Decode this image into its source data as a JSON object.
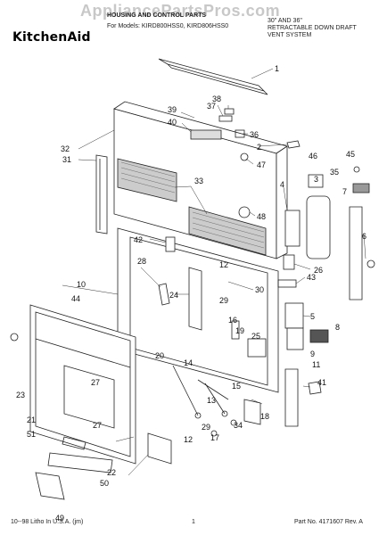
{
  "header": {
    "watermark": "AppliancePartsPros.com",
    "title_line1": "HOUSING AND CONTROL PARTS",
    "title_line2": "For Models: KIRD800HSS0, KIRD806HSS0",
    "brand": "KitchenAid",
    "subtitle_line1": "30\" AND 36\"",
    "subtitle_line2": "RETRACTABLE DOWN DRAFT",
    "subtitle_line3": "VENT SYSTEM"
  },
  "footer": {
    "left": "10--98 Litho In U.S.A. (jm)",
    "page": "1",
    "right": "Part No. 4171607 Rev. A"
  },
  "callouts": [
    "1",
    "38",
    "39",
    "37",
    "40",
    "36",
    "2",
    "47",
    "32",
    "31",
    "33",
    "46",
    "45",
    "3",
    "35",
    "4",
    "7",
    "48",
    "42",
    "6",
    "26",
    "12",
    "10",
    "28",
    "30",
    "44",
    "43",
    "29",
    "24",
    "5",
    "16",
    "19",
    "25",
    "8",
    "9",
    "23",
    "20",
    "14",
    "15",
    "11",
    "41",
    "27",
    "13",
    "21",
    "18",
    "34",
    "51",
    "29",
    "17",
    "12",
    "27",
    "22",
    "50",
    "49"
  ]
}
